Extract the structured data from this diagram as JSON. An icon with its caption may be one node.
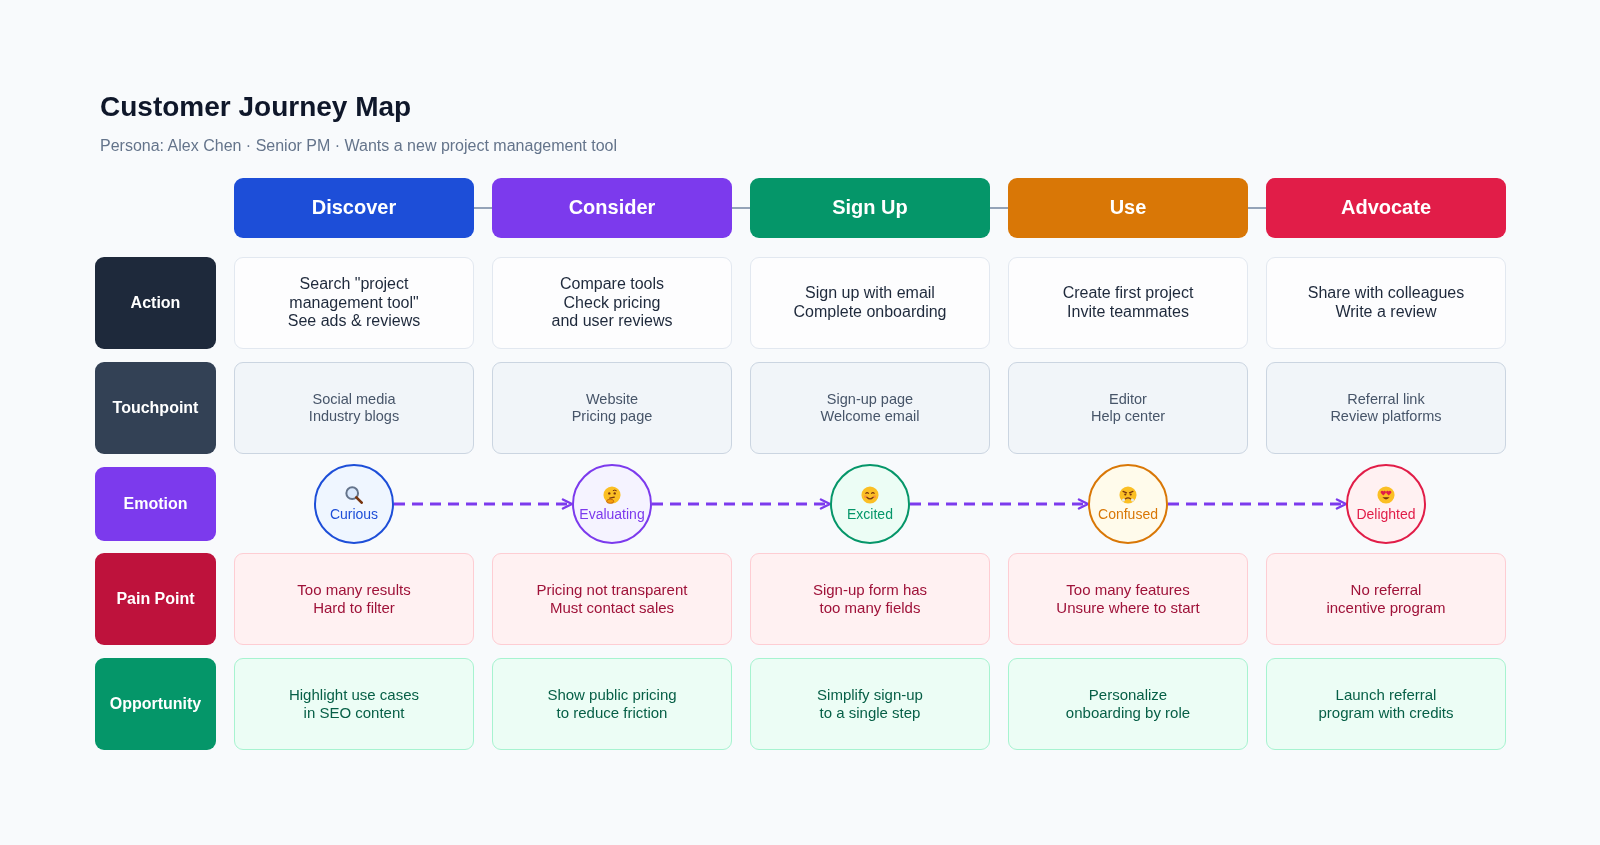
{
  "diagram": {
    "title": "Customer Journey Map",
    "nodes": [
      {
        "text": [
          "Discover"
        ]
      },
      {
        "text": [
          "Consider"
        ]
      },
      {
        "text": [
          "Sign Up"
        ]
      },
      {
        "text": [
          "Use"
        ]
      },
      {
        "text": [
          "Advocate"
        ]
      },
      {
        "text": [
          "Action"
        ]
      },
      {
        "text": [
          "Search \"project management tool\"",
          "See ads & reviews"
        ]
      },
      {
        "text": [
          "Compare tools",
          "Check pricing and user reviews"
        ]
      },
      {
        "text": [
          "Sign up with email",
          "Complete onboarding"
        ]
      },
      {
        "text": [
          "Create first project",
          "Invite teammates"
        ]
      },
      {
        "text": [
          "Share with colleagues",
          "Write a review"
        ]
      },
      {
        "text": [
          "Touchpoint"
        ]
      },
      {
        "text": [
          "Social media",
          "Industry blogs"
        ]
      },
      {
        "text": [
          "Website",
          "Pricing page"
        ]
      },
      {
        "text": [
          "Sign-up page",
          "Welcome email"
        ]
      },
      {
        "text": [
          "Editor",
          "Help center"
        ]
      },
      {
        "text": [
          "Referral link",
          "Review platforms"
        ]
      },
      {
        "text": [
          "Emotion"
        ]
      },
      {
        "text": [
          "Curious"
        ]
      },
      {
        "text": [
          "Evaluating"
        ]
      },
      {
        "text": [
          "Excited"
        ]
      },
      {
        "text": [
          "Confused"
        ]
      },
      {
        "text": [
          "Delighted"
        ]
      },
      {
        "text": [
          "Pain Point"
        ]
      },
      {
        "text": [
          "Too many results",
          "Hard to filter"
        ]
      },
      {
        "text": [
          "Pricing not transparent",
          "Must contact sales"
        ]
      },
      {
        "text": [
          "Sign-up form has too many fields"
        ]
      },
      {
        "text": [
          "Too many features",
          "Unsure where to start"
        ]
      },
      {
        "text": [
          "No referral incentive program"
        ]
      },
      {
        "text": [
          "Opportunity"
        ]
      },
      {
        "text": [
          "Highlight use cases in SEO content"
        ]
      },
      {
        "text": [
          "Show public pricing to reduce friction"
        ]
      },
      {
        "text": [
          "Simplify sign-up to a single step"
        ]
      },
      {
        "text": [
          "Personalize onboarding by role"
        ]
      },
      {
        "text": [
          "Launch referral program with credits"
        ]
      }
    ],
    "edges": [
      {
        "from": 0,
        "to": 1,
        "arrow": "none"
      },
      {
        "from": 1,
        "to": 2,
        "arrow": "none"
      },
      {
        "from": 2,
        "to": 3,
        "arrow": "none"
      },
      {
        "from": 3,
        "to": 4,
        "arrow": "none"
      },
      {
        "from": 18,
        "to": 19,
        "arrow": "to",
        "style": "dashed",
        "color": "#7c3aed"
      },
      {
        "from": 19,
        "to": 20,
        "arrow": "to",
        "style": "dashed",
        "color": "#7c3aed"
      },
      {
        "from": 20,
        "to": 21,
        "arrow": "to",
        "style": "dashed",
        "color": "#7c3aed"
      },
      {
        "from": 21,
        "to": 22,
        "arrow": "to",
        "style": "dashed",
        "color": "#7c3aed"
      }
    ],
    "labels": [
      "Persona: Alex Chen · Senior PM · Wants a new project management tool"
    ]
  }
}
